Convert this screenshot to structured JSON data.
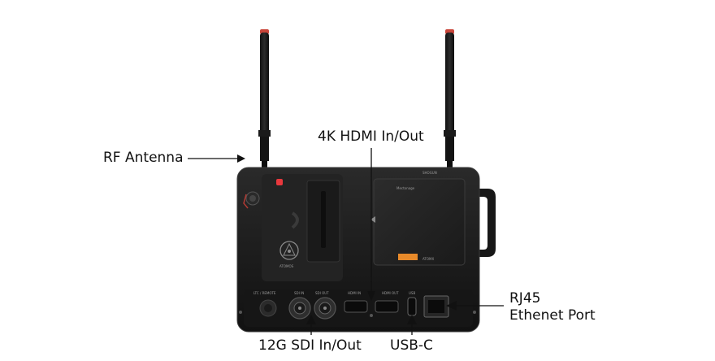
{
  "labels": {
    "rf_antenna": "RF Antenna",
    "hdmi": "4K HDMI In/Out",
    "rj45_line1": "RJ45",
    "rj45_line2": "Ethenet Port",
    "sdi": "12G SDI In/Out",
    "usbc": "USB-C"
  },
  "device_print": {
    "brand_top": "SHOGUN",
    "ssd_brand": "Mectonage",
    "logo_text": "ATOMOS",
    "ssd_small": "ATOMX",
    "port_labels": [
      "LTC / REMOTE",
      "SDI IN",
      "SDI OUT",
      "HDMI IN",
      "HDMI OUT",
      "USB"
    ]
  },
  "colors": {
    "body": "#1c1c1c",
    "accent_red": "#e8383d",
    "ssd_badge": "#e88a2a"
  }
}
